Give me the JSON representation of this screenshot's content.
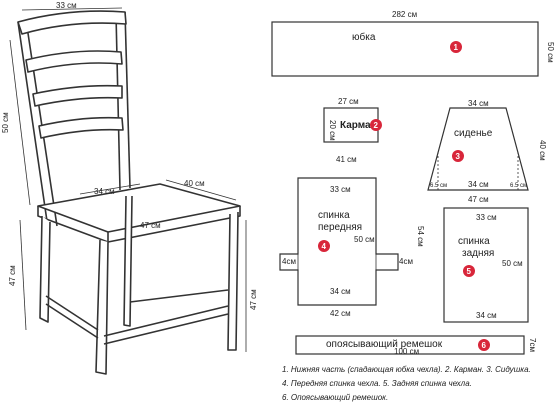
{
  "chair": {
    "dim_top": "33 см",
    "dim_back": "50 см",
    "dim_leg_left": "47 см",
    "dim_leg_right": "47 см",
    "dim_seat_width": "34 см",
    "dim_seat_depth": "40 см",
    "dim_seat_front": "47 см"
  },
  "pieces": {
    "skirt": {
      "label": "юбка",
      "width": "282 см",
      "height": "50 см",
      "number": "1",
      "color": "#d8263a"
    },
    "pocket": {
      "label": "Карман",
      "width": "27 см",
      "height": "20 см",
      "number": "2",
      "color": "#d8263a"
    },
    "seat": {
      "label": "сиденье",
      "top": "34 см",
      "bottom_inner": "34 см",
      "bottom": "47 см",
      "side": "40 см",
      "corner_left": "6.5 см",
      "corner_right": "6.5 см",
      "number": "3",
      "color": "#d8263a"
    },
    "front_back": {
      "label_line1": "спинка",
      "label_line2": "передняя",
      "outer_width": "41 см",
      "top": "33 см",
      "height": "50 см",
      "left_tab": "4см",
      "right_tab": "4см",
      "bottom_inner": "34 см",
      "bottom": "42 см",
      "side_total": "54 см",
      "number": "4",
      "color": "#d8263a"
    },
    "rear_back": {
      "label_line1": "спинка",
      "label_line2": "задняя",
      "top": "33 см",
      "height": "50 см",
      "bottom": "34 см",
      "number": "5",
      "color": "#d8263a"
    },
    "belt": {
      "label": "опоясывающий ремешок",
      "length": "100 см",
      "height": "7см",
      "number": "6",
      "color": "#d8263a"
    }
  },
  "legend": {
    "line1": "1. Нижняя часть (спадающая юбка чехла). 2. Карман. 3. Сидушка.",
    "line2": "4. Передняя спинка чехла. 5. Задняя спинка чехла.",
    "line3": "6. Опоясывающий ремешок."
  }
}
